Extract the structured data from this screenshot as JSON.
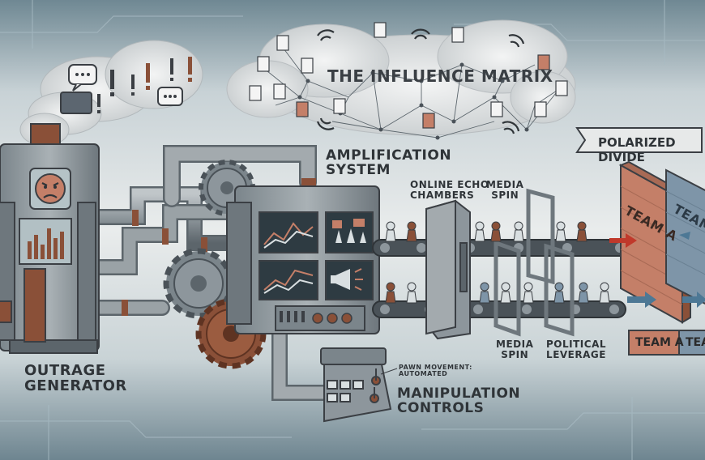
{
  "title": "THE INFLUENCE MATRIX",
  "labels": {
    "outrage_generator": [
      "OUTRAGE",
      "GENERATOR"
    ],
    "amplification_system": [
      "AMPLIFICATION",
      "SYSTEM"
    ],
    "online_echo_chambers": [
      "ONLINE ECHO",
      "CHAMBERS"
    ],
    "media_spin_top": [
      "MEDIA",
      "SPIN"
    ],
    "media_spin_bottom": [
      "MEDIA",
      "SPIN"
    ],
    "political_leverage": [
      "POLITICAL",
      "LEVERAGE"
    ],
    "manipulation_controls": [
      "MANIPULATION",
      "CONTROLS"
    ],
    "pawn_movement": [
      "PAWN MOVEMENT:",
      "AUTOMATED"
    ],
    "polarized_divide": "POLARIZED DIVIDE"
  },
  "walls": {
    "team_a": "TEAM A",
    "team_b_partial": "TEAM"
  },
  "bottom_tags": {
    "team_a": "TEAM A",
    "team_b_partial": "TEA"
  },
  "colors": {
    "rust": "#8a5038",
    "steel": "#8d969c",
    "dark_steel": "#5b646b",
    "team_a": "#c47f68",
    "team_b": "#7e95a8",
    "background": "#8fa4ad"
  },
  "icons": [
    "speech-bubble-icon",
    "exclamation-icon",
    "document-icon",
    "wifi-signal-icon",
    "angry-face-icon",
    "megaphone-icon",
    "protest-hands-icon",
    "pawn-icon",
    "arrow-icon",
    "gear-icon"
  ]
}
